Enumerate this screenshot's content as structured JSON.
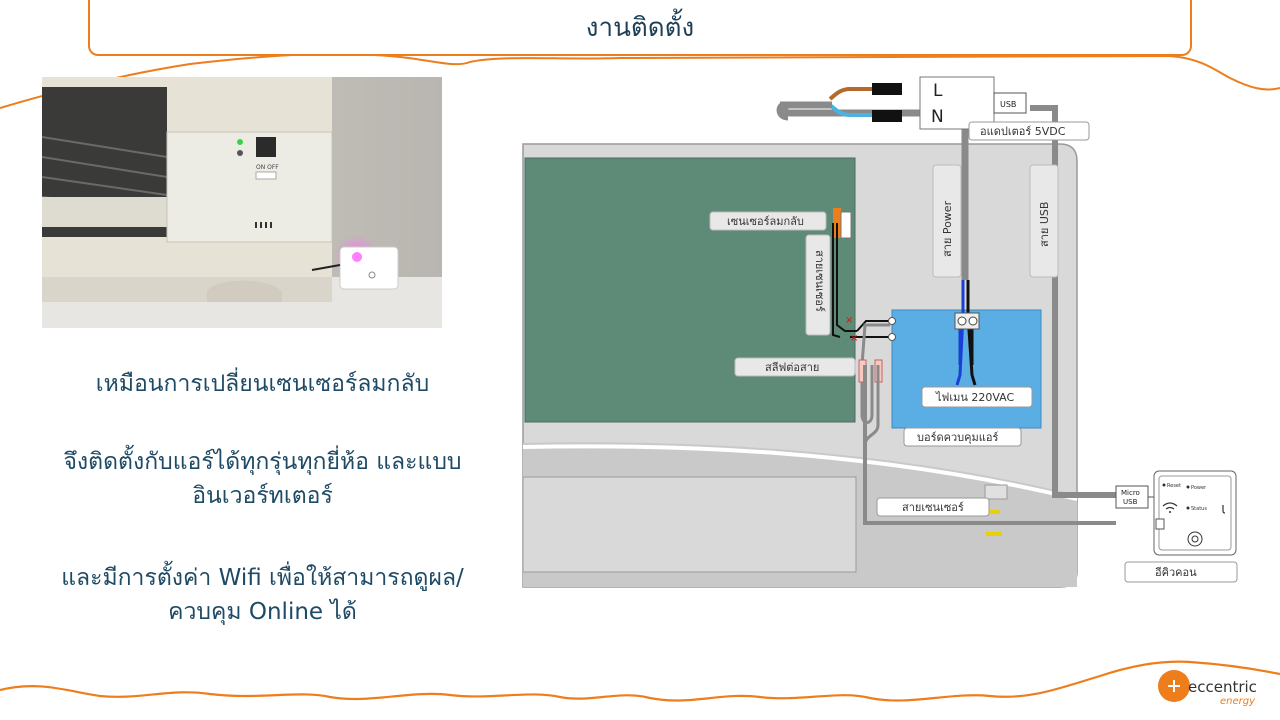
{
  "slide": {
    "title": "งานติดตั้ง",
    "body": [
      "เหมือนการเปลี่ยนเซนเซอร์ลมกลับ",
      "จึงติดตั้งกับแอร์ได้ทุกรุ่นทุกยี่ห้อ และแบบ",
      "อินเวอร์ทเตอร์",
      "และมีการตั้งค่า Wifi เพื่อให้สามารถดูผล/",
      "ควบคุม Online ได้"
    ]
  },
  "photo": {
    "button_label": "ON OFF"
  },
  "diagram": {
    "adapter_L": "L",
    "adapter_N": "N",
    "usb_port": "USB",
    "adapter_label": "อแดปเตอร์ 5VDC",
    "power_cable": "สาย Power",
    "usb_cable": "สาย USB",
    "sensor_return": "เซนเซอร์ลมกลับ",
    "sensor_wire_vertical": "สายเซนเซอร์",
    "splice": "สลีฟต่อสาย",
    "mains": "ไฟเมน 220VAC",
    "board": "บอร์ดควบคุมแอร์",
    "sensor_wire": "สายเซนเซอร์",
    "device": "อีคิวคอน",
    "micro_usb_1": "Micro",
    "micro_usb_2": "USB",
    "dev_reset": "Reset",
    "dev_power": "Power",
    "dev_status": "Status"
  },
  "logo": {
    "brand": "eccentric",
    "sub": "energy"
  },
  "colors": {
    "accent": "#ee7d1b",
    "text": "#1e4a66",
    "board": "#5e8b78",
    "mains_box": "#5aaee3"
  }
}
